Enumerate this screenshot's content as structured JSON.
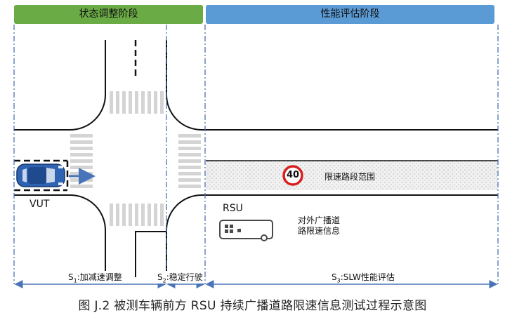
{
  "phases": {
    "adjust": "状态调整阶段",
    "evaluate": "性能评估阶段"
  },
  "labels": {
    "vut": "VUT",
    "rsu": "RSU",
    "speed_limit_value": "40",
    "speed_zone": "限速路段范围",
    "broadcast_line1": "对外广播道",
    "broadcast_line2": "路限速信息"
  },
  "segments": {
    "s1_prefix": "S",
    "s1_sub": "1",
    "s1_text": ":加减速调整",
    "s2_prefix": "S",
    "s2_sub": "2",
    "s2_text": ":稳定行驶",
    "s3_prefix": "S",
    "s3_sub": "3",
    "s3_text": ":SLW性能评估"
  },
  "caption": "图 J.2 被测车辆前方 RSU 持续广播道路限速信息测试过程示意图",
  "colors": {
    "phase_adjust": "#6aab45",
    "phase_evaluate": "#5b9bd5",
    "dim_line": "#4a74b8",
    "speed_sign_ring": "#d81e1e",
    "vehicle": "#2e63b3"
  }
}
